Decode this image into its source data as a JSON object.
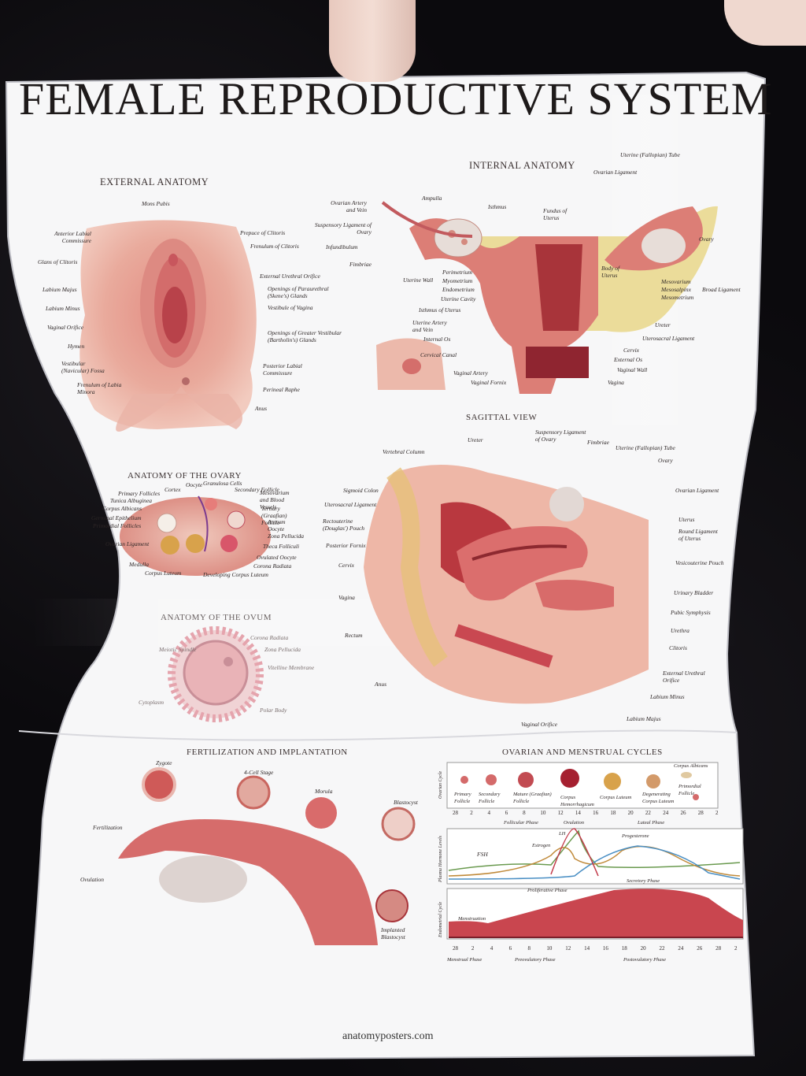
{
  "title": "FEMALE REPRODUCTIVE SYSTEM",
  "sections": {
    "external": "EXTERNAL ANATOMY",
    "internal": "INTERNAL ANATOMY",
    "ovary": "ANATOMY OF THE OVARY",
    "ovum": "ANATOMY OF THE OVUM",
    "sagittal": "SAGITTAL VIEW",
    "fertilization": "FERTILIZATION AND IMPLANTATION",
    "cycles": "OVARIAN AND MENSTRUAL CYCLES"
  },
  "external_labels": {
    "mons": "Mons Pubis",
    "ant_labial": "Anterior Labial Commissure",
    "glans": "Glans of Clitoris",
    "labium_majus": "Labium Majus",
    "labium_minus": "Labium Minus",
    "vaginal_orifice": "Vaginal Orifice",
    "hymen": "Hymen",
    "vestibular_fossa": "Vestibular (Navicular) Fossa",
    "frenulum_labia": "Frenulum of Labia Minora",
    "prepuce": "Prepuce of Clitoris",
    "frenulum_clitoris": "Frenulum of Clitoris",
    "urethral_orifice": "External Urethral Orifice",
    "paraurethral": "Openings of Paraurethral (Skene's) Glands",
    "vestibule": "Vestibule of Vagina",
    "greater_vestibular": "Openings of Greater Vestibular (Bartholin's) Glands",
    "post_labial": "Posterior Labial Commissure",
    "perineal_raphe": "Perineal Raphe",
    "anus": "Anus"
  },
  "internal_labels": {
    "ovarian_artery": "Ovarian Artery and Vein",
    "suspensory": "Suspensory Ligament of Ovary",
    "infundibulum": "Infundibulum",
    "fimbriae": "Fimbriae",
    "ampulla": "Ampulla",
    "isthmus": "Isthmus",
    "fundus": "Fundus of Uterus",
    "uterine_tube": "Uterine (Fallopian) Tube",
    "ovarian_ligament": "Ovarian Ligament",
    "ovary": "Ovary",
    "body_uterus": "Body of Uterus",
    "mesovarium": "Mesovarium",
    "mesosalpinx": "Mesosalpinx",
    "mesometrium": "Mesometrium",
    "broad_ligament": "Broad Ligament",
    "uterine_wall": "Uterine Wall",
    "perimetrium": "Perimetrium",
    "myometrium": "Myometrium",
    "endometrium": "Endometrium",
    "uterine_cavity": "Uterine Cavity",
    "isthmus_uterus": "Isthmus of Uterus",
    "uterine_artery": "Uterine Artery and Vein",
    "internal_os": "Internal Os",
    "cervical_canal": "Cervical Canal",
    "vaginal_artery": "Vaginal Artery",
    "vaginal_fornix": "Vaginal Fornix",
    "ureter": "Ureter",
    "uterosacral": "Uterosacral Ligament",
    "cervix": "Cervix",
    "external_os": "External Os",
    "vaginal_wall": "Vaginal Wall",
    "vagina": "Vagina"
  },
  "ovary_labels": {
    "cortex": "Cortex",
    "oocyte": "Oocyte",
    "granulosa": "Granulosa Cells",
    "secondary_follicle": "Secondary Follicle",
    "primary_follicles": "Primary Follicles",
    "tunica": "Tunica Albuginea",
    "corpus_albicans": "Corpus Albicans",
    "germinal": "Germinal Epithelium",
    "primordial": "Primordial Follicles",
    "ovarian_ligament": "Ovarian Ligament",
    "medulla": "Medulla",
    "corpus_luteum": "Corpus Luteum",
    "developing_cl": "Developing Corpus Luteum",
    "mesovarium": "Mesovarium and Blood Vessels",
    "tertiary": "Tertiary (Graafian) Follicle",
    "antrum": "Antrum",
    "oocyte2": "Oocyte",
    "zona": "Zona Pellucida",
    "theca": "Theca Folliculi",
    "ovulated": "Ovulated Oocyte",
    "corona": "Corona Radiata"
  },
  "ovum_labels": {
    "corona": "Corona Radiata",
    "zona": "Zona Pellucida",
    "meiotic": "Meiotic Spindle",
    "vitelline": "Vitelline Membrane",
    "cytoplasm": "Cytoplasm",
    "polar": "Polar Body"
  },
  "sagittal_labels": {
    "ureter": "Ureter",
    "suspensory": "Suspensory Ligament of Ovary",
    "fimbriae": "Fimbriae",
    "uterine_tube": "Uterine (Fallopian) Tube",
    "ovary": "Ovary",
    "vertebral": "Vertebral Column",
    "sigmoid": "Sigmoid Colon",
    "uterosacral": "Uterosacral Ligament",
    "rectouterine": "Rectouterine (Douglas') Pouch",
    "post_fornix": "Posterior Fornix",
    "cervix": "Cervix",
    "vagina": "Vagina",
    "rectum": "Rectum",
    "anus": "Anus",
    "vaginal_orifice": "Vaginal Orifice",
    "ovarian_ligament": "Ovarian Ligament",
    "uterus": "Uterus",
    "round_ligament": "Round Ligament of Uterus",
    "vesicouterine": "Vesicouterine Pouch",
    "bladder": "Urinary Bladder",
    "pubic": "Pubic Symphysis",
    "urethra": "Urethra",
    "clitoris": "Clitoris",
    "ext_urethral": "External Urethral Orifice",
    "labium_minus": "Labium Minus",
    "labium_majus": "Labium Majus"
  },
  "fert_labels": {
    "zygote": "Zygote",
    "four_cell": "4-Cell Stage",
    "morula": "Morula",
    "blastocyst": "Blastocyst",
    "fertilization": "Fertilization",
    "ovulation": "Ovulation",
    "implanted": "Implanted Blastocyst"
  },
  "cycle_labels": {
    "ovarian_cycle": "Ovarian Cycle",
    "primary": "Primary Follicle",
    "secondary": "Secondary Follicle",
    "mature": "Mature (Graafian) Follicle",
    "hemorrhagicum": "Corpus Hemorrhagicum",
    "corpus_luteum": "Corpus Luteum",
    "degenerating": "Degenerating Corpus Luteum",
    "corpus_albicans": "Corpus Albicans",
    "primordial": "Primordial Follicle",
    "follicular": "Follicular Phase",
    "ovulation": "Ovulation",
    "luteal": "Luteal Phase",
    "hormone_axis": "Plasma Hormone Levels",
    "fsh": "FSH",
    "estrogen": "Estrogen",
    "lh": "LH",
    "progesterone": "Progesterone",
    "endometrial_cycle": "Endometrial Cycle",
    "proliferative": "Proliferative Phase",
    "secretory": "Secretory Phase",
    "menstruation": "Menstruation",
    "menstrual_phase": "Menstrual Phase",
    "preovulatory": "Preovulatory Phase",
    "postovulatory": "Postovulatory Phase"
  },
  "cycle_days_top": [
    "28",
    "2",
    "4",
    "6",
    "8",
    "10",
    "12",
    "14",
    "16",
    "18",
    "20",
    "22",
    "24",
    "26",
    "28",
    "2"
  ],
  "cycle_days_bottom": [
    "28",
    "2",
    "4",
    "6",
    "8",
    "10",
    "12",
    "14",
    "16",
    "18",
    "20",
    "22",
    "24",
    "26",
    "28",
    "2"
  ],
  "footer": "anatomyposters.com",
  "colors": {
    "tissue": "#d9807a",
    "tissue_dark": "#a8343a",
    "skin": "#eab3a6",
    "ligament": "#e8dc8a",
    "paper": "#f7f7f8"
  }
}
